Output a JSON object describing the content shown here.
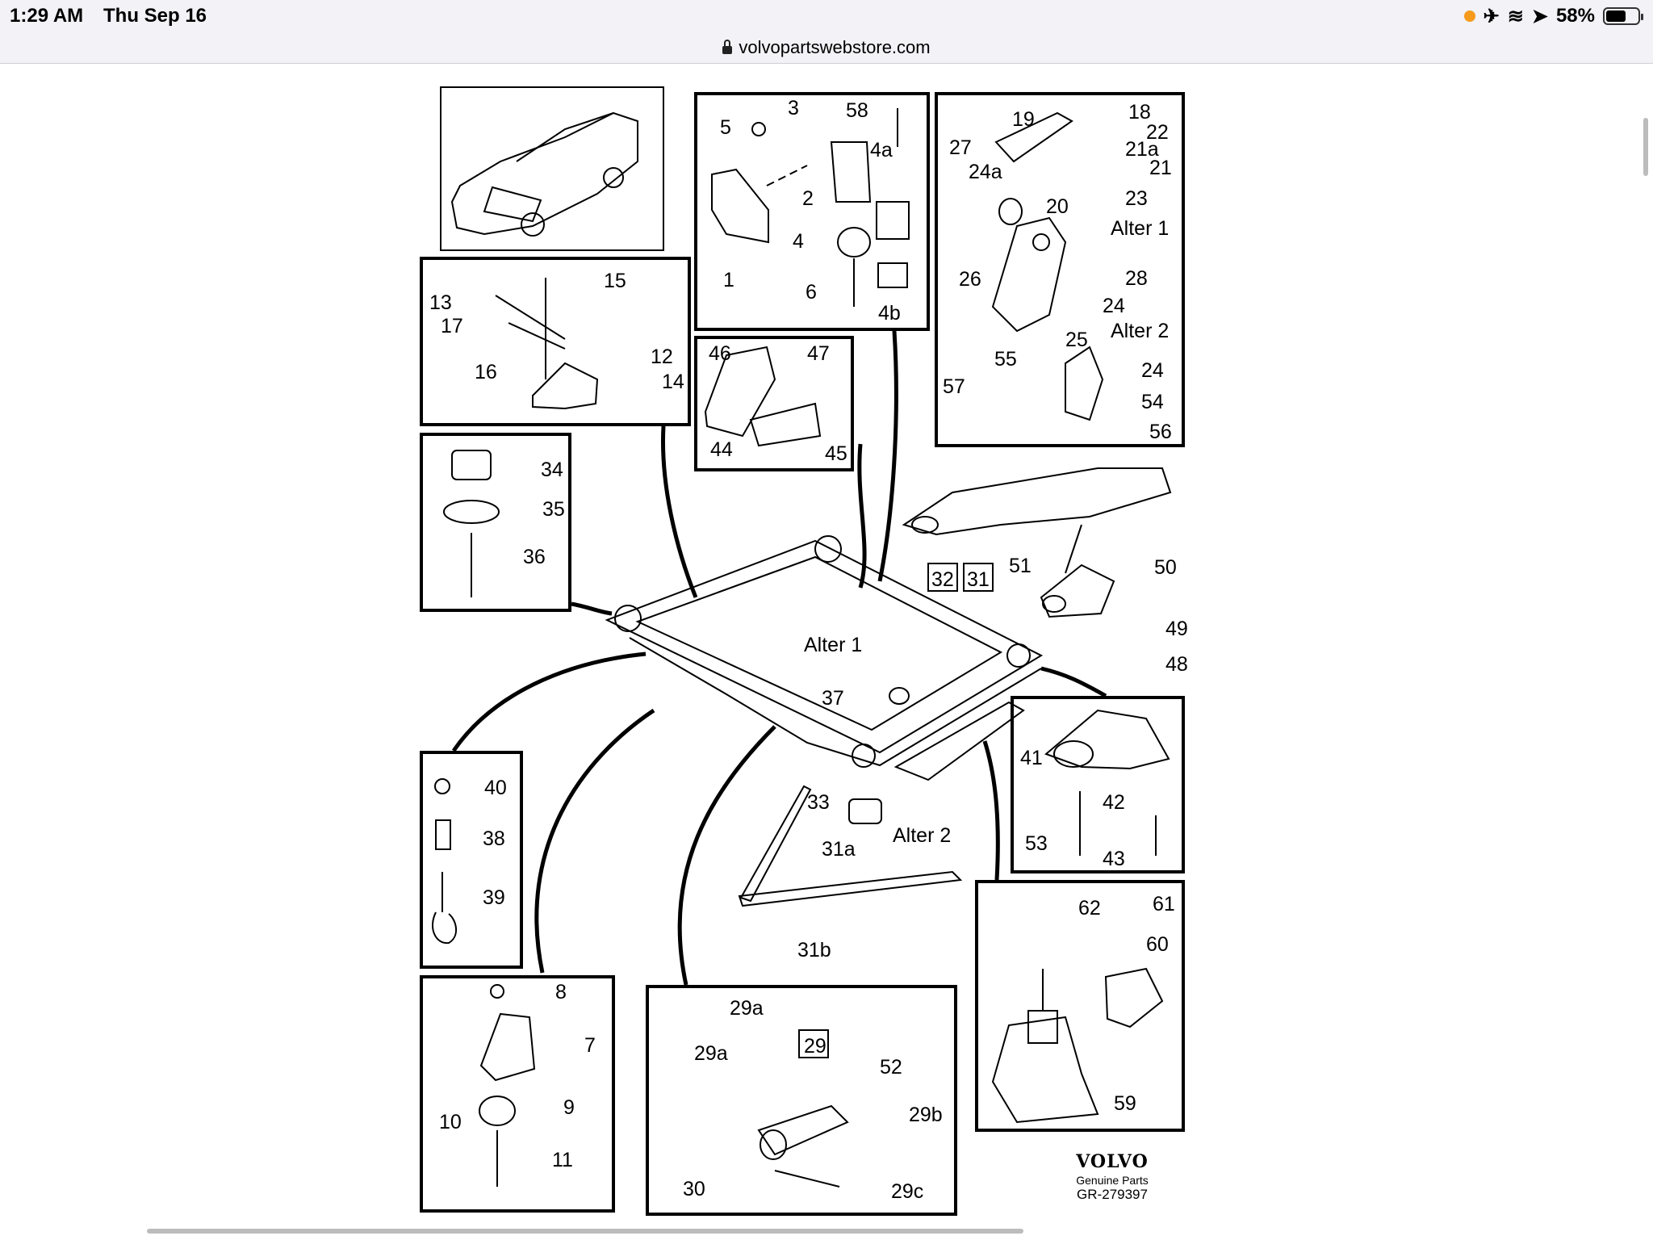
{
  "status_bar": {
    "time": "1:29 AM",
    "date": "Thu Sep 16",
    "battery": "58%",
    "battery_level": 0.58
  },
  "browser": {
    "url": "volvopartswebstore.com"
  },
  "diagram": {
    "labels": {
      "l1": "1",
      "l2": "2",
      "l3": "3",
      "l4": "4",
      "l4a": "4a",
      "l4b": "4b",
      "l5": "5",
      "l6": "6",
      "l7": "7",
      "l8": "8",
      "l9": "9",
      "l10": "10",
      "l11": "11",
      "l12": "12",
      "l13": "13",
      "l14": "14",
      "l15": "15",
      "l16": "16",
      "l17": "17",
      "l18": "18",
      "l19": "19",
      "l20": "20",
      "l21": "21",
      "l21a": "21a",
      "l22": "22",
      "l23": "23",
      "l24a": "24a",
      "l24": "24",
      "l24b": "24",
      "l25": "25",
      "l26": "26",
      "l27": "27",
      "l28": "28",
      "l29": "29",
      "l29a1": "29a",
      "l29a2": "29a",
      "l29b": "29b",
      "l29c": "29c",
      "l30": "30",
      "l31": "31",
      "l31a": "31a",
      "l31b": "31b",
      "l32": "32",
      "l33": "33",
      "l34": "34",
      "l35": "35",
      "l36": "36",
      "l37": "37",
      "l38": "38",
      "l39": "39",
      "l40": "40",
      "l41": "41",
      "l42": "42",
      "l43": "43",
      "l44": "44",
      "l45": "45",
      "l46": "46",
      "l47": "47",
      "l48": "48",
      "l49": "49",
      "l50": "50",
      "l51": "51",
      "l52": "52",
      "l53": "53",
      "l54": "54",
      "l55": "55",
      "l56": "56",
      "l57": "57",
      "l58": "58",
      "l59": "59",
      "l60": "60",
      "l61": "61",
      "l62": "62",
      "alter1_top": "Alter 1",
      "alter2_top": "Alter 2",
      "alter1_mid": "Alter 1",
      "alter2_mid": "Alter 2"
    },
    "brand": {
      "logo": "VOLVO",
      "subtitle": "Genuine Parts",
      "ref": "GR-279397"
    }
  }
}
